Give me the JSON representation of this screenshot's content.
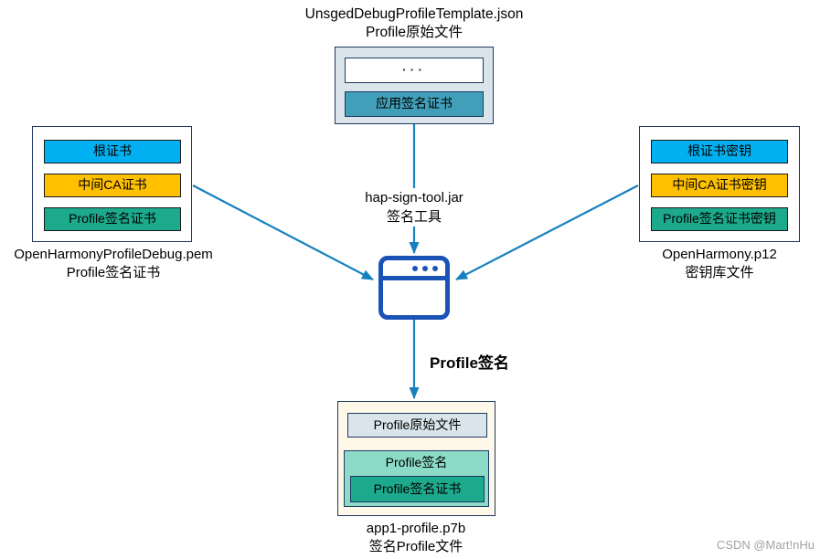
{
  "top_file": {
    "title_line1": "UnsgedDebugProfileTemplate.json",
    "title_line2": "Profile原始文件",
    "placeholder": "···",
    "cert_label": "应用签名证书"
  },
  "left_file": {
    "rows": [
      "根证书",
      "中间CA证书",
      "Profile签名证书"
    ],
    "caption_line1": "OpenHarmonyProfileDebug.pem",
    "caption_line2": "Profile签名证书"
  },
  "right_file": {
    "rows": [
      "根证书密钥",
      "中间CA证书密钥",
      "Profile签名证书密钥"
    ],
    "caption_line1": "OpenHarmony.p12",
    "caption_line2": "密钥库文件"
  },
  "tool": {
    "name": "hap-sign-tool.jar",
    "label": "签名工具"
  },
  "action_label": "Profile签名",
  "output_file": {
    "original_label": "Profile原始文件",
    "signature_label": "Profile签名",
    "cert_label": "Profile签名证书",
    "caption_line1": "app1-profile.p7b",
    "caption_line2": "签名Profile文件"
  },
  "watermark": "CSDN @Mart!nHu",
  "colors": {
    "blue": "#00b0f0",
    "orange": "#ffc000",
    "teal": "#1ca98c",
    "teal_light": "#8cdbc7",
    "steel_teal": "#429fb9",
    "panel_blue_gray": "#d9e5ea",
    "panel_cream": "#fdf8e8",
    "arrow": "#1781bf",
    "icon_blue": "#1a53b5",
    "border_navy": "#1f3864"
  }
}
